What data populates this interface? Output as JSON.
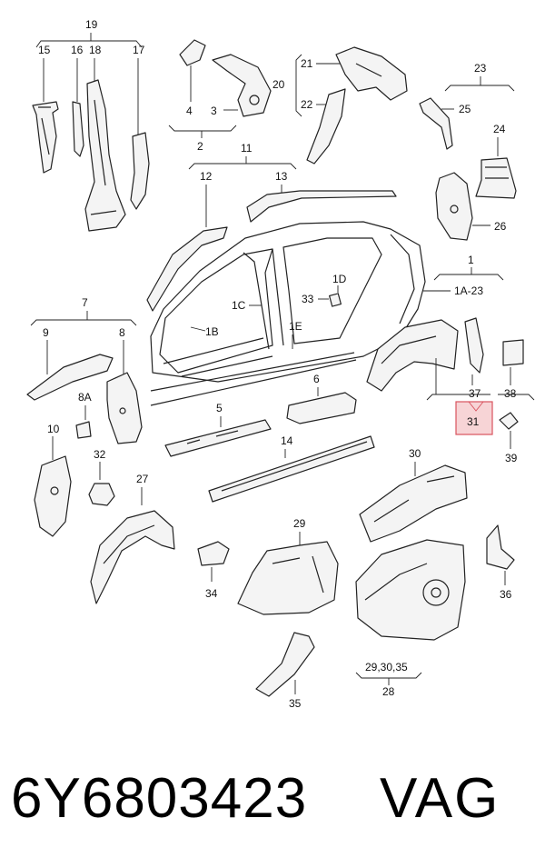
{
  "labels": {
    "l19": "19",
    "l15": "15",
    "l16": "16",
    "l18": "18",
    "l17": "17",
    "l4": "4",
    "l3": "3",
    "l2": "2",
    "l21": "21",
    "l20": "20",
    "l22": "22",
    "l23": "23",
    "l25": "25",
    "l24": "24",
    "l26": "26",
    "l11": "11",
    "l12": "12",
    "l13": "13",
    "l1": "1",
    "l1D": "1D",
    "l1A23": "1A-23",
    "l33": "33",
    "l1C": "1C",
    "l1B": "1B",
    "l1E": "1E",
    "l7": "7",
    "l9": "9",
    "l8": "8",
    "l8A": "8A",
    "l10": "10",
    "l6": "6",
    "l5": "5",
    "l14": "14",
    "l37": "37",
    "l38": "38",
    "l31": "31",
    "l39": "39",
    "l32": "32",
    "l27": "27",
    "l30": "30",
    "l29": "29",
    "l34": "34",
    "l36": "36",
    "l35": "35",
    "l293035": "29,30,35",
    "l28": "28"
  },
  "footer": {
    "part_number": "6Y6803423",
    "brand": "VAG"
  },
  "colors": {
    "highlight_fill": "#f7d4d6",
    "highlight_stroke": "#d9535e"
  }
}
